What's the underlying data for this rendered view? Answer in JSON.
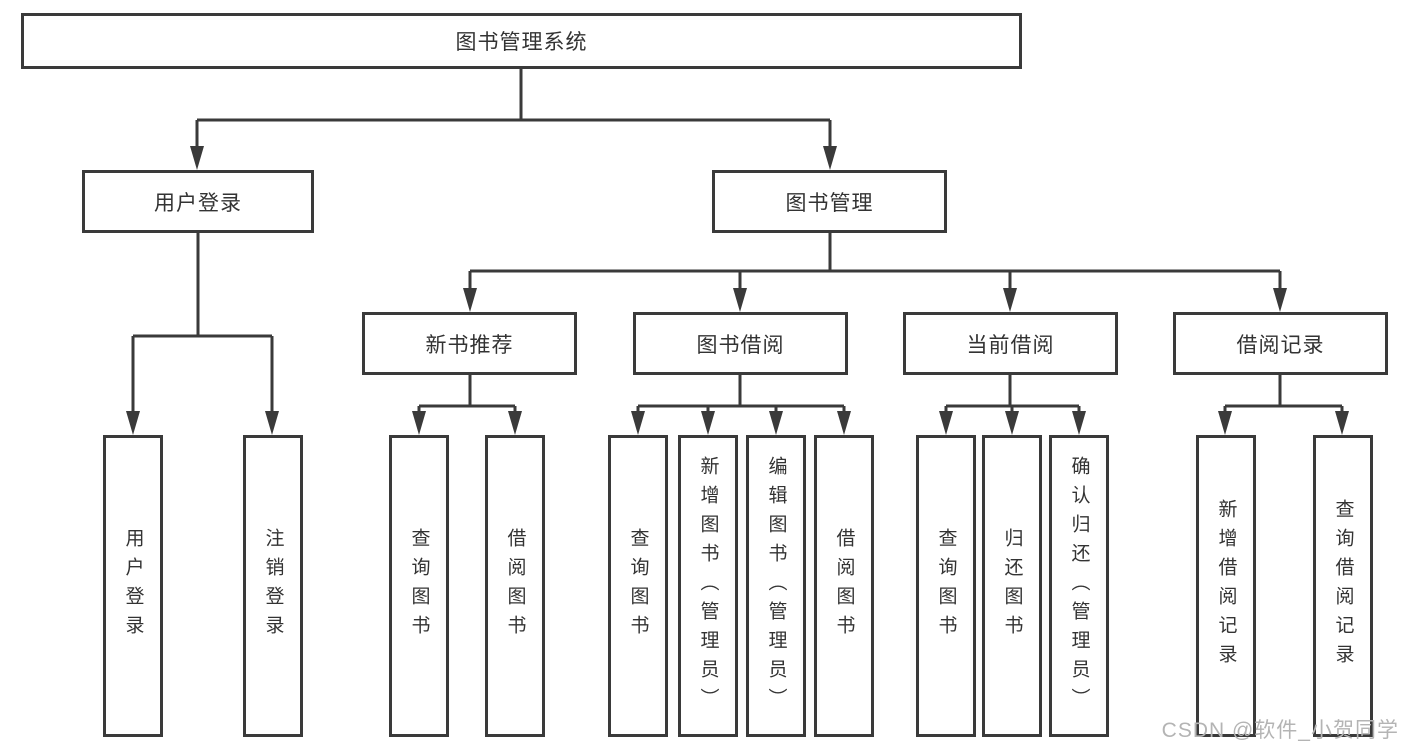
{
  "nodes": {
    "root": "图书管理系统",
    "user_login": "用户登录",
    "book_mgmt": "图书管理",
    "new_book_rec": "新书推荐",
    "book_borrow": "图书借阅",
    "current_borrow": "当前借阅",
    "borrow_record": "借阅记录",
    "leaf_user_login": "用户登录",
    "leaf_logout_login": "注销登录",
    "leaf_query_book_rec": "查询图书",
    "leaf_borrow_book_rec": "借阅图书",
    "leaf_query_book_borrow": "查询图书",
    "leaf_add_book_admin": "新增图书（管理员）",
    "leaf_edit_book_admin": "编辑图书（管理员）",
    "leaf_borrow_book_borrow": "借阅图书",
    "leaf_query_book_current": "查询图书",
    "leaf_return_book": "归还图书",
    "leaf_confirm_return_admin": "确认归还（管理员）",
    "leaf_add_borrow_record": "新增借阅记录",
    "leaf_query_borrow_record": "查询借阅记录"
  },
  "watermark": "CSDN @软件_小贺同学",
  "colors": {
    "line": "#3a3a3a",
    "text": "#333333",
    "watermark": "#b4b4b4",
    "background": "#ffffff"
  }
}
